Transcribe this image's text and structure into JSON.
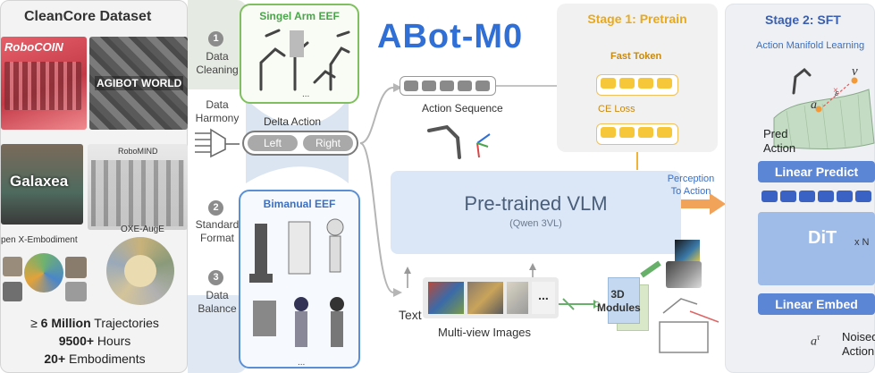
{
  "dataset_panel": {
    "title": "CleanCore Dataset",
    "thumbnails": [
      {
        "id": "robocoin",
        "text": "RoboCOIN"
      },
      {
        "id": "agibot",
        "text": "AGIBOT WORLD"
      },
      {
        "id": "robomind",
        "text": "RoboMIND"
      },
      {
        "id": "galaxea",
        "text": "Galaxea"
      },
      {
        "id": "open-x",
        "text": "pen X-Embodiment"
      },
      {
        "id": "oxe-auge",
        "text": "OXE-AugE"
      }
    ],
    "stats": [
      {
        "prefix": "≥ ",
        "bold": "6 Million",
        "suffix": " Trajectories"
      },
      {
        "prefix": "",
        "bold": "9500+",
        "suffix": " Hours"
      },
      {
        "prefix": "",
        "bold": "20+",
        "suffix": " Embodiments"
      }
    ]
  },
  "steps": [
    {
      "num": "1",
      "label": "Data\nCleaning"
    },
    {
      "num": "",
      "label": "Data\nHarmony"
    },
    {
      "num": "2",
      "label": "Standard\nFormat"
    },
    {
      "num": "3",
      "label": "Data\nBalance"
    }
  ],
  "single_arm": {
    "title": "Singel Arm EEF",
    "more": "..."
  },
  "bimanual": {
    "title": "Bimanual EEF",
    "more": "..."
  },
  "delta_action": {
    "title": "Delta Action",
    "left": "Left",
    "right": "Right"
  },
  "logo": {
    "text": "ABot-M0"
  },
  "action_sequence": {
    "label": "Action Sequence"
  },
  "vlm": {
    "title": "Pre-trained VLM",
    "subtitle": "(Qwen 3VL)"
  },
  "inputs": {
    "text_label": "Text",
    "images_label": "Multi-view Images",
    "more": "..."
  },
  "modules_3d": {
    "label": "3D\nModules"
  },
  "stage1": {
    "title": "Stage 1: Pretrain",
    "fast_token": "Fast Token",
    "ce_loss": "CE Loss"
  },
  "perception": {
    "label": "Perception\nTo Action"
  },
  "stage2": {
    "title": "Stage 2: SFT",
    "subtitle": "Action Manifold Learning",
    "v_label": "v",
    "a_label": "a",
    "eps_label": "ε",
    "pred_action": "Pred\nAction",
    "linear_predict": "Linear Predict",
    "dit": "DiT",
    "xn": "x N",
    "linear_embed": "Linear Embed",
    "a_tau": "a",
    "tau": "τ",
    "noised_action": "Noised\nAction"
  },
  "colors": {
    "accent_blue": "#2f6fd6",
    "stage_title": "#e8a91c",
    "fast_token": "#f7c73a",
    "green_border": "#7fbf5f",
    "blue_border": "#5a8fd6",
    "gray_token": "#8a8a8a",
    "dark_token": "#3a62c4"
  }
}
